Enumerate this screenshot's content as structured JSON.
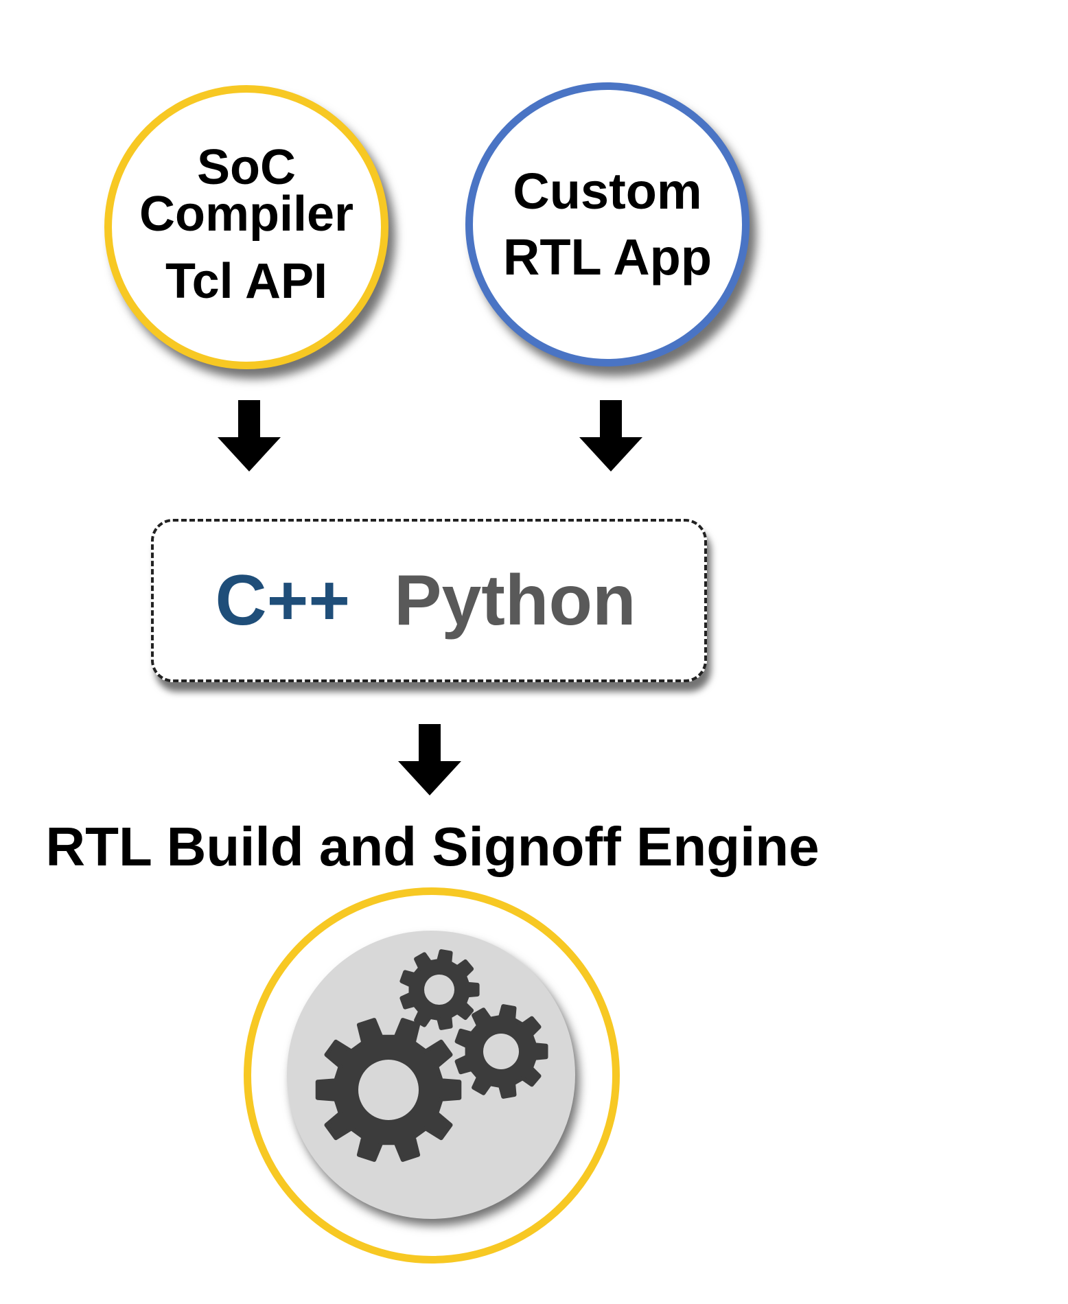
{
  "sources": {
    "soc_compiler": {
      "lines": [
        "SoC",
        "Compiler",
        "Tcl API"
      ],
      "border_color": "#f7c823"
    },
    "custom_app": {
      "lines": [
        "Custom",
        "RTL App"
      ],
      "border_color": "#4a74c4"
    }
  },
  "languages": {
    "cpp": "C++",
    "python": "Python",
    "cpp_color": "#1f4e79",
    "python_color": "#595959"
  },
  "engine": {
    "title": "RTL Build and Signoff Engine",
    "icon": "gears-icon",
    "ring_color": "#f7c823"
  },
  "arrows": {
    "icon": "down-arrow-icon",
    "color": "#000000"
  }
}
